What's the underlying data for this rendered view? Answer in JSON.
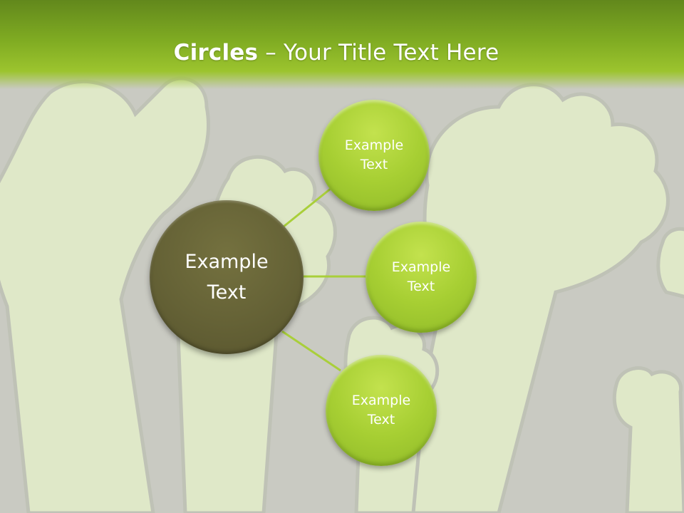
{
  "slide": {
    "title_bold": "Circles",
    "title_rest": " – Your Title Text Here"
  },
  "diagram": {
    "center": {
      "label": "Example\nText"
    },
    "satellites": [
      {
        "label": "Example\nText"
      },
      {
        "label": "Example\nText"
      },
      {
        "label": "Example\nText"
      }
    ]
  },
  "colors": {
    "title_bar": "#7fab22",
    "center_circle": "#656236",
    "satellite_circle": "#a7cf33",
    "connector": "#a9cf3a",
    "background": "#c9cac2",
    "background_art": "#dfe8c8"
  },
  "icons": [
    "raised-fist-icon"
  ]
}
